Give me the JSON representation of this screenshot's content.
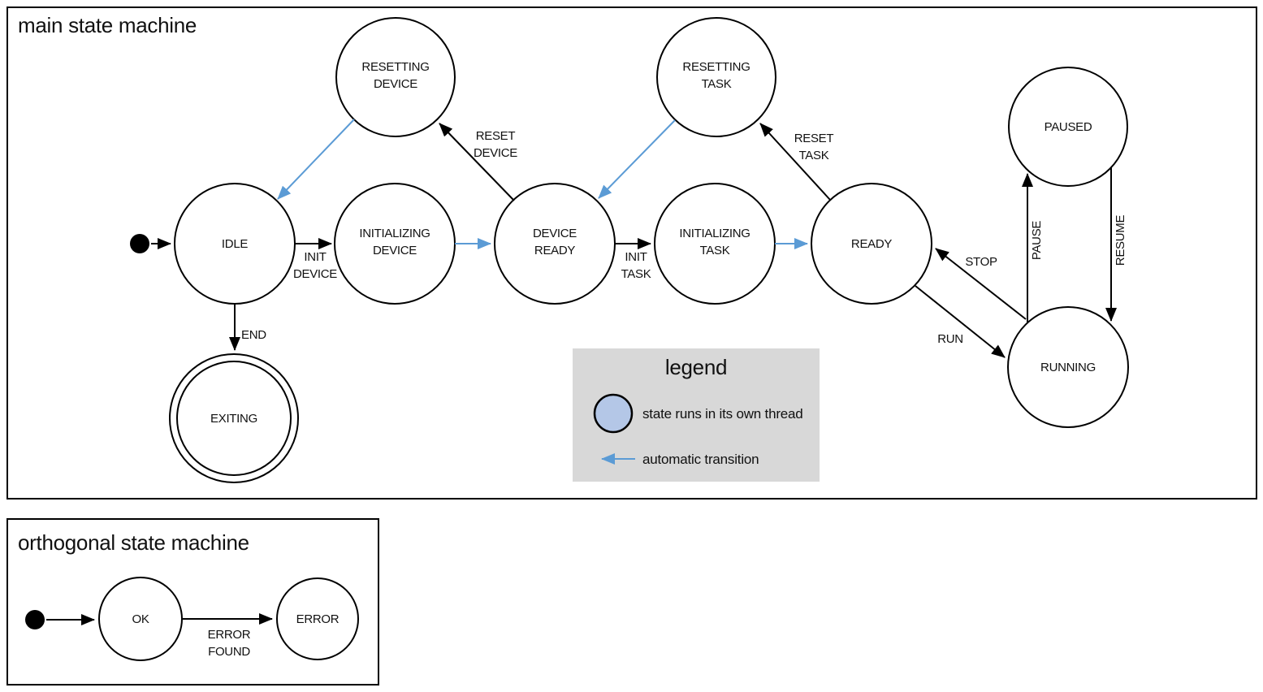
{
  "colors": {
    "thread_state_fill": "#b4c7e7",
    "auto_transition_stroke": "#5b9bd5",
    "legend_bg": "#d8d8d8"
  },
  "main": {
    "title": "main state machine",
    "states": {
      "idle": {
        "lines": [
          "IDLE"
        ]
      },
      "initializing_device": {
        "lines": [
          "INITIALIZING",
          "DEVICE"
        ]
      },
      "device_ready": {
        "lines": [
          "DEVICE",
          "READY"
        ]
      },
      "initializing_task": {
        "lines": [
          "INITIALIZING",
          "TASK"
        ]
      },
      "ready": {
        "lines": [
          "READY"
        ]
      },
      "resetting_device": {
        "lines": [
          "RESETTING",
          "DEVICE"
        ]
      },
      "resetting_task": {
        "lines": [
          "RESETTING",
          "TASK"
        ]
      },
      "paused": {
        "lines": [
          "PAUSED"
        ]
      },
      "running": {
        "lines": [
          "RUNNING"
        ]
      },
      "exiting": {
        "lines": [
          "EXITING"
        ]
      }
    },
    "transitions": {
      "init_device": {
        "lines": [
          "INIT",
          "DEVICE"
        ]
      },
      "init_task": {
        "lines": [
          "INIT",
          "TASK"
        ]
      },
      "reset_device": {
        "lines": [
          "RESET",
          "DEVICE"
        ]
      },
      "reset_task": {
        "lines": [
          "RESET",
          "TASK"
        ]
      },
      "end": {
        "label": "END"
      },
      "run": {
        "label": "RUN"
      },
      "stop": {
        "label": "STOP"
      },
      "pause": {
        "label": "PAUSE"
      },
      "resume": {
        "label": "RESUME"
      }
    }
  },
  "legend": {
    "title": "legend",
    "items": [
      {
        "label": "state runs in its own thread"
      },
      {
        "label": "automatic transition"
      }
    ]
  },
  "orthogonal": {
    "title": "orthogonal state machine",
    "states": {
      "ok": {
        "lines": [
          "OK"
        ]
      },
      "error": {
        "lines": [
          "ERROR"
        ]
      }
    },
    "transitions": {
      "error_found": {
        "lines": [
          "ERROR",
          "FOUND"
        ]
      }
    }
  }
}
